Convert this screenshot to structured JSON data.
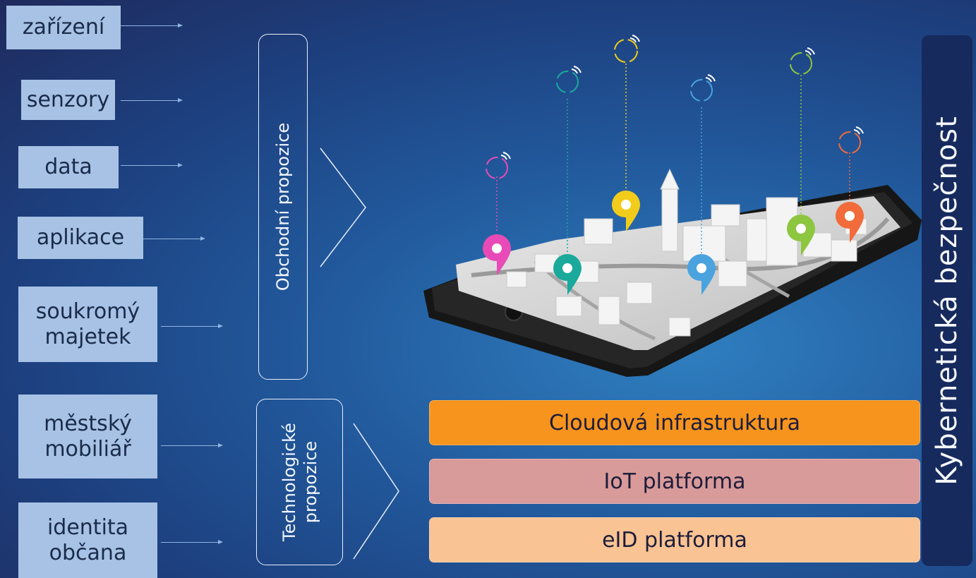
{
  "left_labels": [
    {
      "id": "zarizeni",
      "text": "zařízení"
    },
    {
      "id": "senzory",
      "text": "senzory"
    },
    {
      "id": "data",
      "text": "data"
    },
    {
      "id": "aplikace",
      "text": "aplikace"
    },
    {
      "id": "soukromy_line1",
      "text": "soukromý"
    },
    {
      "id": "soukromy_line2",
      "text": "majetek"
    },
    {
      "id": "mestsky_line1",
      "text": "městský"
    },
    {
      "id": "mestsky_line2",
      "text": "mobiliář"
    },
    {
      "id": "identita_line1",
      "text": "identita"
    },
    {
      "id": "identita_line2",
      "text": "občana"
    }
  ],
  "propositions": {
    "business": "Obchodní propozice",
    "technology_line1": "Technologické",
    "technology_line2": "propozice"
  },
  "layers": [
    {
      "text": "Cloudová infrastruktura",
      "color": "#f7941d"
    },
    {
      "text": "IoT platforma",
      "color": "#d99a9a"
    },
    {
      "text": "eID platforma",
      "color": "#f9c393"
    }
  ],
  "cyber_security": "Kybernetická  bezpečnost",
  "pin_colors": [
    "#e84bb7",
    "#1aa99b",
    "#f2cc1a",
    "#4aa3df",
    "#8dc63f",
    "#f26b3a"
  ]
}
